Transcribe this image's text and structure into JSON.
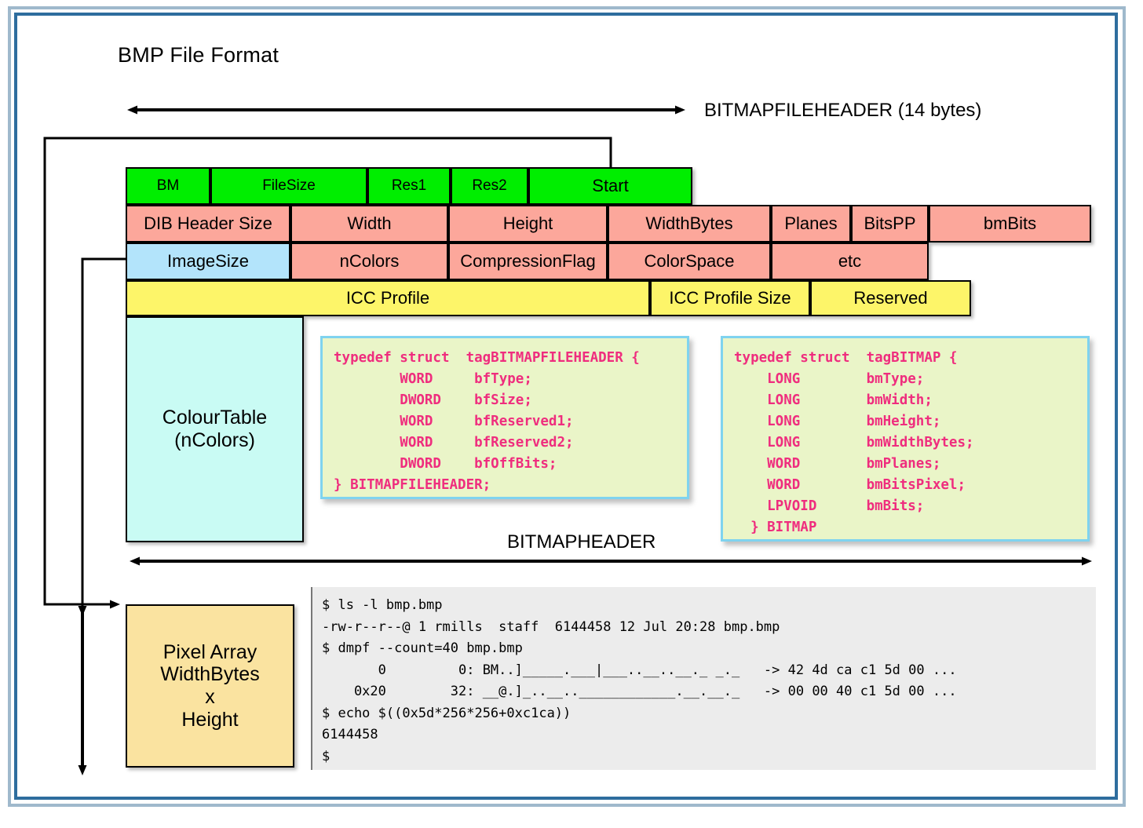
{
  "page": {
    "title": "BMP File Format"
  },
  "labels": {
    "fileheader": "BITMAPFILEHEADER (14 bytes)",
    "bitmapheader": "BITMAPHEADER"
  },
  "rows": {
    "fileheader": [
      {
        "text": "BM"
      },
      {
        "text": "FileSize"
      },
      {
        "text": "Res1"
      },
      {
        "text": "Res2"
      },
      {
        "text": "Start"
      }
    ],
    "dib1": [
      {
        "text": "DIB Header Size"
      },
      {
        "text": "Width"
      },
      {
        "text": "Height"
      },
      {
        "text": "WidthBytes"
      },
      {
        "text": "Planes"
      },
      {
        "text": "BitsPP"
      },
      {
        "text": "bmBits"
      }
    ],
    "dib2": [
      {
        "text": "ImageSize"
      },
      {
        "text": "nColors"
      },
      {
        "text": "CompressionFlag"
      },
      {
        "text": "ColorSpace"
      },
      {
        "text": "etc"
      }
    ],
    "icc": [
      {
        "text": "ICC Profile"
      },
      {
        "text": "ICC Profile Size"
      },
      {
        "text": "Reserved"
      }
    ]
  },
  "blocks": {
    "colour_table": "ColourTable\n(nColors)",
    "pixel_array": "Pixel Array\nWidthBytes\nx\nHeight"
  },
  "code": {
    "fileheader": "typedef struct  tagBITMAPFILEHEADER {\n        WORD     bfType;\n        DWORD    bfSize;\n        WORD     bfReserved1;\n        WORD     bfReserved2;\n        DWORD    bfOffBits;\n} BITMAPFILEHEADER;",
    "bitmap": "typedef struct  tagBITMAP {\n    LONG        bmType;\n    LONG        bmWidth;\n    LONG        bmHeight;\n    LONG        bmWidthBytes;\n    WORD        bmPlanes;\n    WORD        bmBitsPixel;\n    LPVOID      bmBits;\n  } BITMAP"
  },
  "terminal": {
    "lines": [
      "$ ls -l bmp.bmp",
      "-rw-r--r--@ 1 rmills  staff  6144458 12 Jul 20:28 bmp.bmp",
      "$ dmpf --count=40 bmp.bmp",
      "       0         0: BM..]_____.___|___..__..__._ _._   -> 42 4d ca c1 5d 00 ...",
      "    0x20        32: __@.]_..__..____________.__.__._   -> 00 00 40 c1 5d 00 ...",
      "$ echo $((0x5d*256*256+0xc1ca))",
      "6144458",
      "$"
    ]
  },
  "colors": {
    "green": "#00ee00",
    "pink": "#fca79b",
    "blue": "#b3e4fb",
    "yellow": "#fdf569",
    "cyan": "#c9fbf4",
    "tan": "#fae3a0",
    "code_bg": "#eaf5c8",
    "code_border": "#7fd3ef",
    "code_text": "#ef2d7e",
    "terminal_bg": "#ececec",
    "frame": "#2e6d9e"
  }
}
